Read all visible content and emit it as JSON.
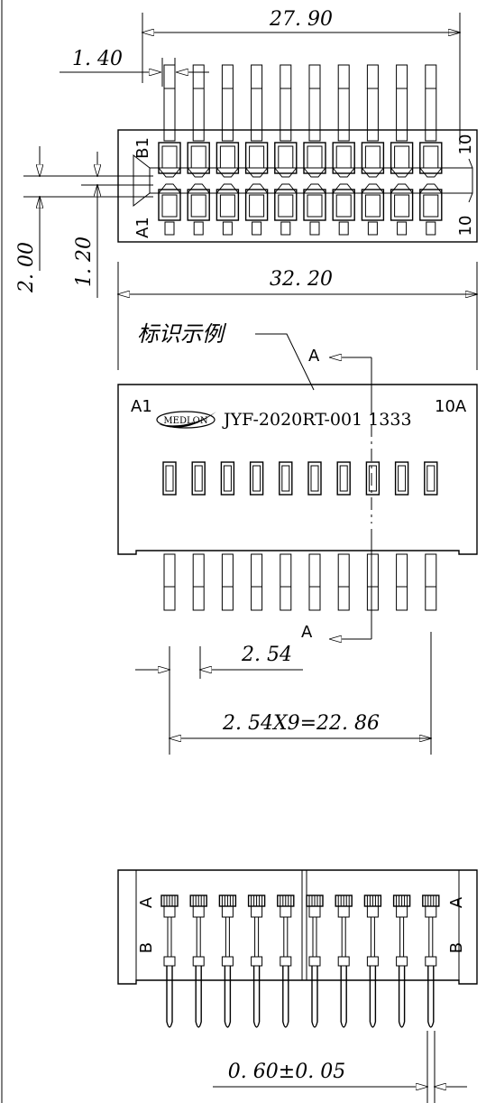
{
  "dimensions": {
    "overall_top_width": "27. 90",
    "pin_width": "1. 40",
    "row_pitch": "2. 00",
    "slot_gap": "1. 20",
    "body_width": "32. 20",
    "pitch": "2. 54",
    "total_pitch": "2. 54X9=22. 86",
    "pin_thickness": "0. 60±0. 05"
  },
  "top_view": {
    "row_b_start": "B1",
    "row_b_end": "10",
    "row_a_start": "A1",
    "row_a_end": "10"
  },
  "front_view": {
    "marking_note": "标识示例",
    "corner_left": "A1",
    "corner_right": "10A",
    "logo_text": "MEDLON",
    "part_marking": "JYF-2020RT-001 1333",
    "section_top": "A",
    "section_bottom": "A"
  },
  "section_view": {
    "label_a_left": "A",
    "label_b_left": "B",
    "label_a_right": "A",
    "label_b_right": "B"
  }
}
